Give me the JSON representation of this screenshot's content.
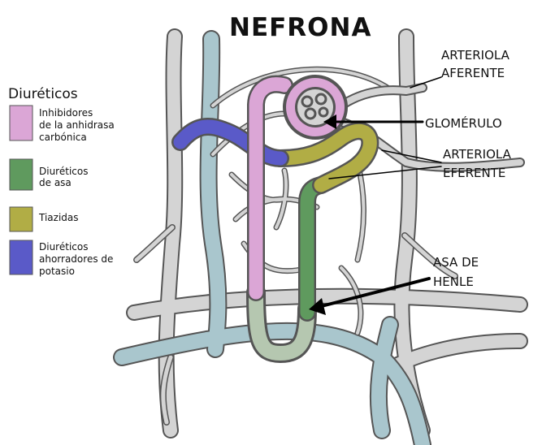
{
  "title": "NEFRONA",
  "legend": {
    "heading": "Diuréticos",
    "items": [
      {
        "lines": [
          "Inhibidores",
          "de la anhidrasa",
          "carbónica"
        ],
        "color": "#dba6d6"
      },
      {
        "lines": [
          "Diuréticos",
          "de asa"
        ],
        "color": "#5f9a5e"
      },
      {
        "lines": [
          "Tiazidas"
        ],
        "color": "#b1ad45"
      },
      {
        "lines": [
          "Diuréticos",
          "ahorradores de",
          "potasio"
        ],
        "color": "#5a5ac8"
      }
    ]
  },
  "labels": {
    "arteriola_aferente": [
      "ARTERIOLA",
      "AFERENTE"
    ],
    "glomerulo": "GLOMÉRULO",
    "arteriola_eferente": [
      "ARTERIOLA",
      "EFERENTE"
    ],
    "asa_de_henle": [
      "ASA DE",
      "HENLE"
    ]
  },
  "colors": {
    "vessel_gray": "#d4d4d4",
    "vessel_blue": "#a9c6cd",
    "outline": "#555555",
    "arrow": "#000000"
  }
}
